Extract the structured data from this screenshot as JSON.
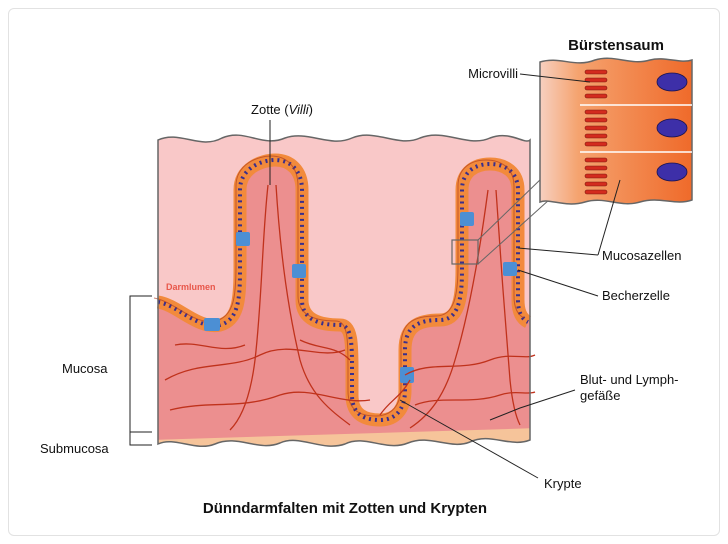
{
  "title": "Dünndarmfalten mit Zotten und Krypten",
  "inset_title": "Bürstensaum",
  "labels": {
    "zotte_pre": "Zotte (",
    "zotte_italic": "Villi",
    "zotte_post": ")",
    "darmlumen": "Darmlumen",
    "microvilli": "Microvilli",
    "mucosazellen": "Mucosazellen",
    "becherzelle": "Becherzelle",
    "mucosa": "Mucosa",
    "submucosa": "Submucosa",
    "blut_line1": "Blut- und Lymph-",
    "blut_line2": "gefäße",
    "krypte": "Krypte"
  },
  "colors": {
    "lumen": "#f9c8c8",
    "mucosa": "#ec8f8f",
    "lamina": "#f2b3b0",
    "submucosa": "#f6c49a",
    "epithelium": "#f28a3c",
    "nucleus": "#3a2f8c",
    "goblet": "#4c8fd4",
    "vessel": "#c0321c"
  }
}
